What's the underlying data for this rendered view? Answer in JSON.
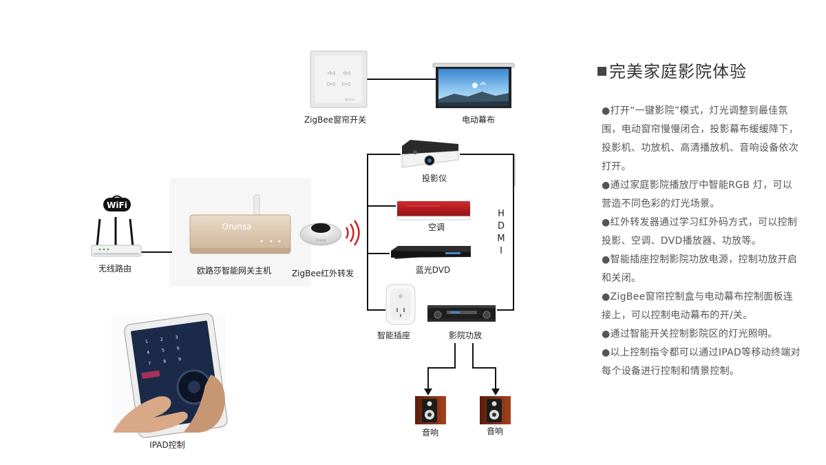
{
  "panel": {
    "title": "完美家庭影院体验",
    "bullets": [
      "●打开“一键影院”模式，灯光调整到最佳氛围，电动窗帘慢慢闭合，投影幕布缓缓降下，投影机、功放机、高清播放机、音响设备依次打开。",
      "●通过家庭影院播放厅中智能RGB 灯，可以营造不同色彩的灯光场景。",
      "●红外转发器通过学习红外码方式，可以控制投影、空调、DVD播放器、功放等。",
      "●智能插座控制影院功放电源，控制功放开启和关闭。",
      "●ZigBee窗帘控制盒与电动幕布控制面板连接上，可以控制电动幕布的开/关。",
      "●通过智能开关控制影院区的灯光照明。",
      "●以上控制指令都可以通过IPAD等移动终端对每个设备进行控制和情景控制。"
    ]
  },
  "devices": {
    "wifi_badge": "WiFi",
    "router": "无线路由",
    "gateway": "欧路莎智能网关主机",
    "gateway_brand": "Orunsa",
    "ir_forwarder": "ZigBee红外转发",
    "ir_brand": "Orunsa",
    "curtain_switch": "ZigBee窗帘开关",
    "curtain_brand": "Orunsa",
    "screen": "电动幕布",
    "projector": "投影仪",
    "ac": "空调",
    "dvd": "蓝光DVD",
    "plug": "智能插座",
    "amp": "影院功放",
    "speaker_left": "音响",
    "speaker_right": "音响",
    "ipad": "IPAD控制",
    "hdmi_letters": [
      "H",
      "D",
      "M",
      "I"
    ]
  },
  "colors": {
    "line": "#111111",
    "ac_red": "#b8191d",
    "gateway_gold": "#d8c1a8",
    "ipad_screen": "#1b2a48"
  }
}
